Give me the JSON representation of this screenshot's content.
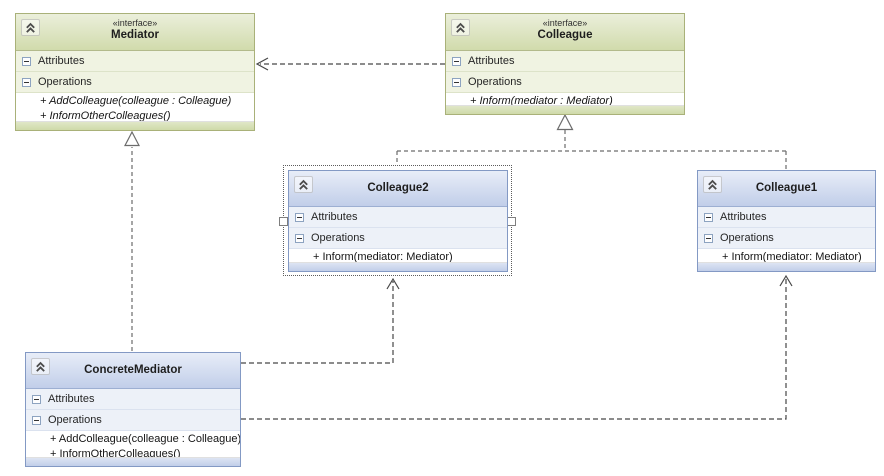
{
  "labels": {
    "attributes": "Attributes",
    "operations": "Operations"
  },
  "classes": {
    "mediator": {
      "stereotype": "«interface»",
      "title": "Mediator",
      "methods": [
        "+ AddColleague(colleague : Colleague)",
        "+ InformOtherColleagues()"
      ]
    },
    "colleague": {
      "stereotype": "«interface»",
      "title": "Colleague",
      "methods": [
        "+ Inform(mediator : Mediator)"
      ]
    },
    "colleague2": {
      "title": "Colleague2",
      "methods": [
        "+ Inform(mediator: Mediator)"
      ]
    },
    "colleague1": {
      "title": "Colleague1",
      "methods": [
        "+ Inform(mediator: Mediator)"
      ]
    },
    "concrete_mediator": {
      "title": "ConcreteMediator",
      "methods": [
        "+ AddColleague(colleague : Colleague)",
        "+ InformOtherColleagues()"
      ]
    }
  },
  "icons": {
    "collapse": "chevron-double-up-icon",
    "section_toggle": "minus-box-icon"
  },
  "colors": {
    "canvas_background": "#ffffff",
    "interface_header": "#d9e2ba",
    "interface_border": "#a9b179",
    "interface_row": "#f0f3e2",
    "class_header": "#ccd8ee",
    "class_border": "#8399c4",
    "class_row": "#edf1f8",
    "connector": "#474747",
    "selection_outline": "#5c5c5c"
  },
  "connectors": [
    {
      "type": "dependency",
      "from": "Colleague",
      "to": "Mediator",
      "line": "dashed",
      "arrow": "open"
    },
    {
      "type": "realization",
      "from": "ConcreteMediator",
      "to": "Mediator",
      "line": "dashed",
      "arrow": "hollow-triangle"
    },
    {
      "type": "realization",
      "from": "Colleague2",
      "to": "Colleague",
      "line": "dashed",
      "arrow": "hollow-triangle"
    },
    {
      "type": "realization",
      "from": "Colleague1",
      "to": "Colleague",
      "line": "dashed",
      "arrow": "hollow-triangle"
    },
    {
      "type": "dependency",
      "from": "ConcreteMediator",
      "to": "Colleague2",
      "line": "dashed",
      "arrow": "open"
    },
    {
      "type": "dependency",
      "from": "ConcreteMediator",
      "to": "Colleague1",
      "line": "dashed",
      "arrow": "open"
    }
  ]
}
